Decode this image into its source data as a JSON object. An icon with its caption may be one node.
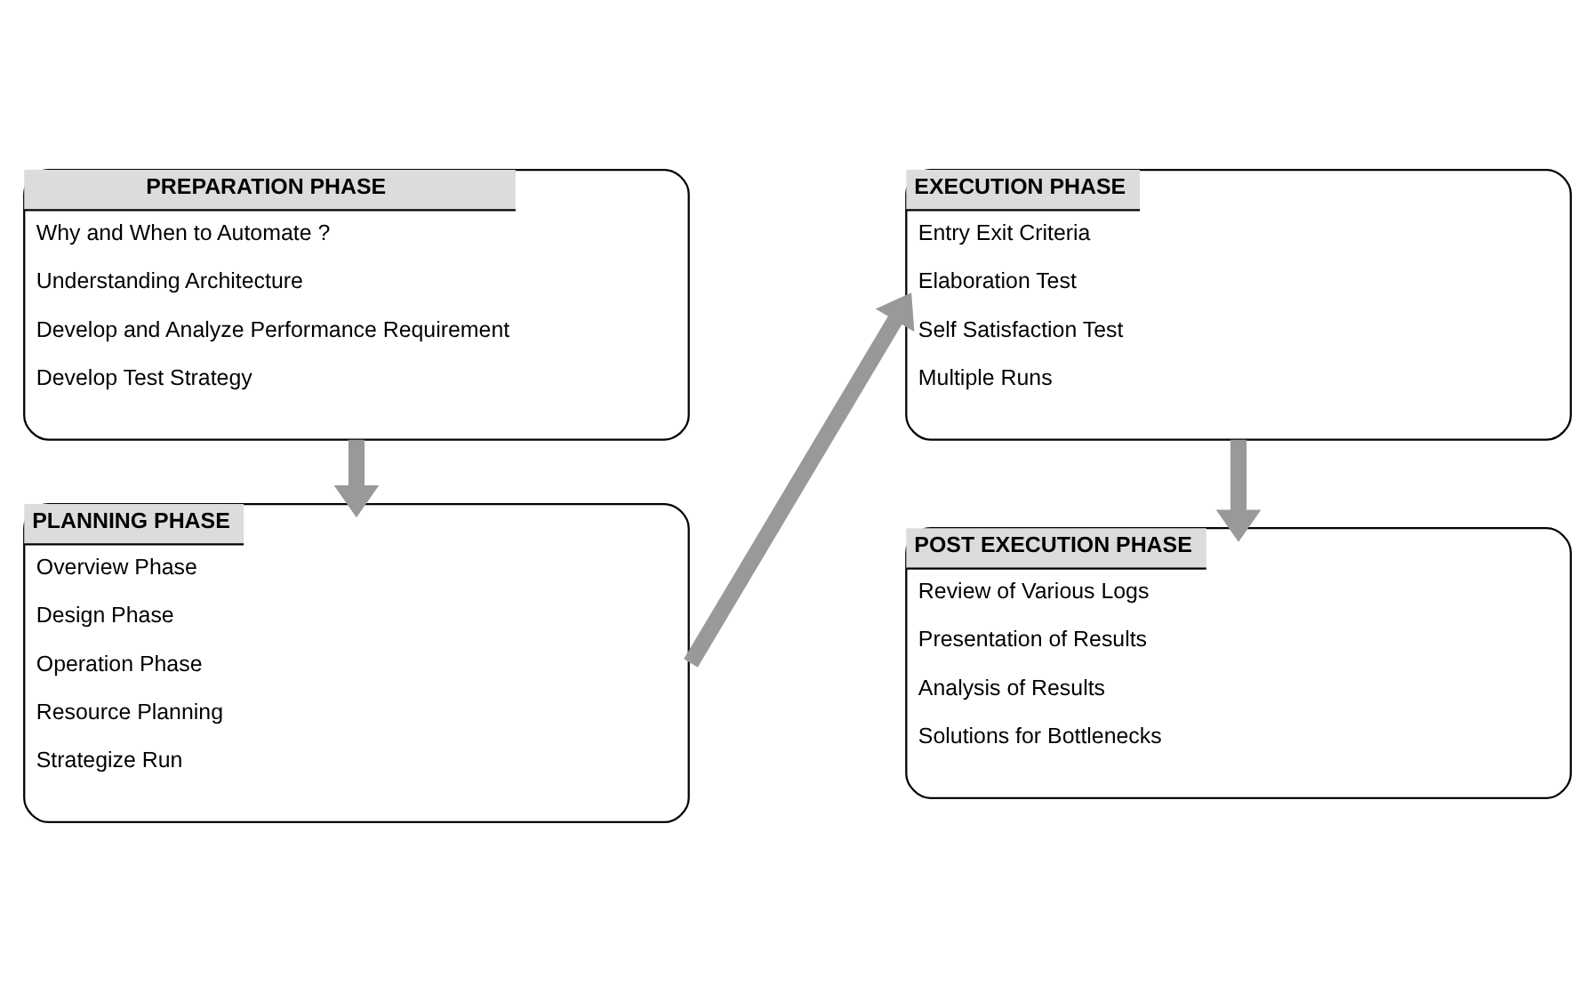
{
  "diagram": {
    "nodes": [
      {
        "text": [
          "PREPARATION PHASE",
          "Why and When to Automate ?",
          "Understanding Architecture",
          "Develop and Analyze Performance Requirement",
          "Develop Test Strategy"
        ]
      },
      {
        "text": [
          "PLANNING PHASE",
          "Overview Phase",
          "Design Phase",
          "Operation Phase",
          "Resource Planning",
          "Strategize Run"
        ]
      },
      {
        "text": [
          "EXECUTION PHASE",
          "Entry Exit Criteria",
          "Elaboration Test",
          "Self Satisfaction Test",
          "Multiple Runs"
        ]
      },
      {
        "text": [
          "POST EXECUTION PHASE",
          "Review of Various Logs",
          "Presentation of Results",
          "Analysis of Results",
          "Solutions for Bottlenecks"
        ]
      }
    ],
    "edges": [
      {
        "from": 0,
        "to": 1,
        "arrow": "to"
      },
      {
        "from": 1,
        "to": 2,
        "arrow": "to"
      },
      {
        "from": 2,
        "to": 3,
        "arrow": "to"
      }
    ]
  }
}
